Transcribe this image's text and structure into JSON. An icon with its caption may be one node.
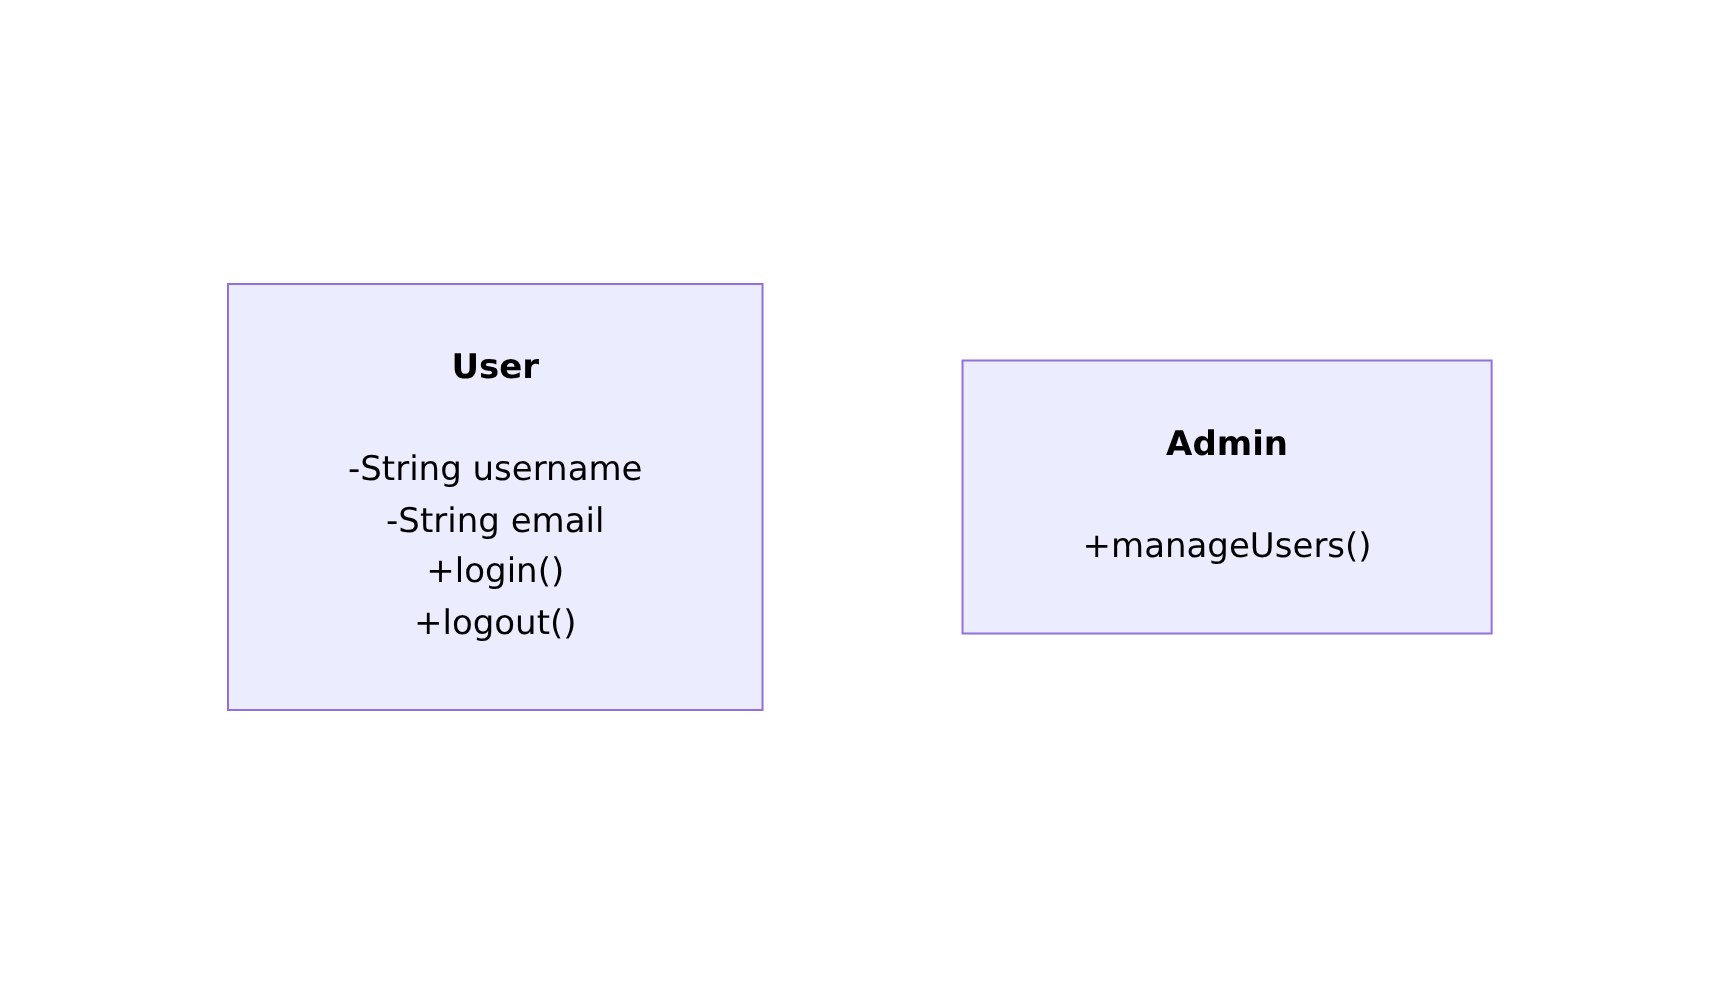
{
  "diagram": {
    "nodes": [
      {
        "text": [
          "User",
          "-String username",
          "-String email",
          "+login()",
          "+logout()"
        ]
      },
      {
        "text": [
          "Admin",
          "+manageUsers()"
        ]
      }
    ],
    "edges": []
  }
}
